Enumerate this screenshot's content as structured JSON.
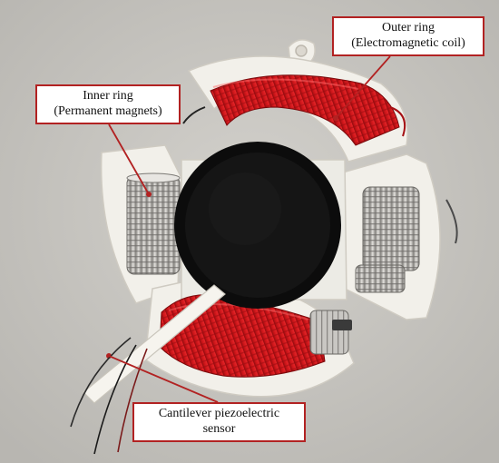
{
  "labels": {
    "outer_ring": {
      "line1": "Outer ring",
      "line2": "(Electromagnetic coil)"
    },
    "inner_ring": {
      "line1": "Inner ring",
      "line2": "(Permanent magnets)"
    },
    "cantilever": {
      "line1": "Cantilever piezoelectric",
      "line2": "sensor"
    }
  },
  "colors": {
    "annotation": "#b22222",
    "coil": "#d11a1a",
    "housing": "#f2f0ea",
    "background": "#c9c7c2",
    "magnet": "#b8b6b2",
    "center_disk": "#0c0c0c"
  }
}
